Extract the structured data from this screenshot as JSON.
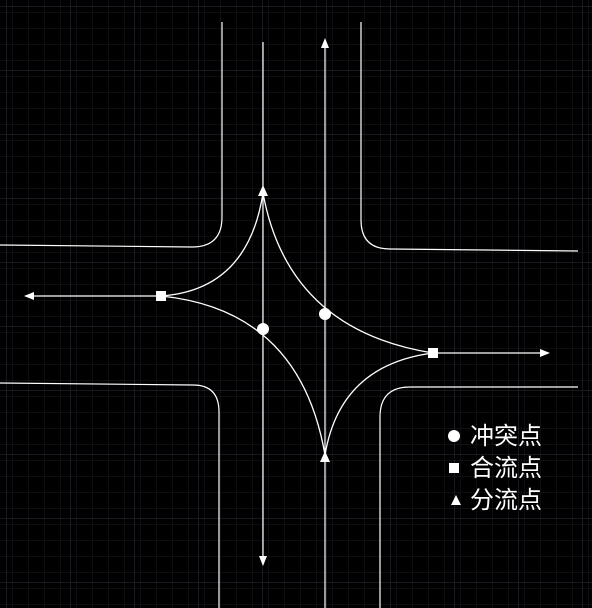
{
  "colors": {
    "background": "#000000",
    "grid_minor": "#1c1c24",
    "grid_major": "#2e2e3a",
    "stroke": "#ffffff"
  },
  "legend": {
    "conflict_point": {
      "icon": "circle",
      "label": "冲突点"
    },
    "merge_point": {
      "icon": "square",
      "label": "合流点"
    },
    "diverge_point": {
      "icon": "triangle",
      "label": "分流点"
    }
  }
}
